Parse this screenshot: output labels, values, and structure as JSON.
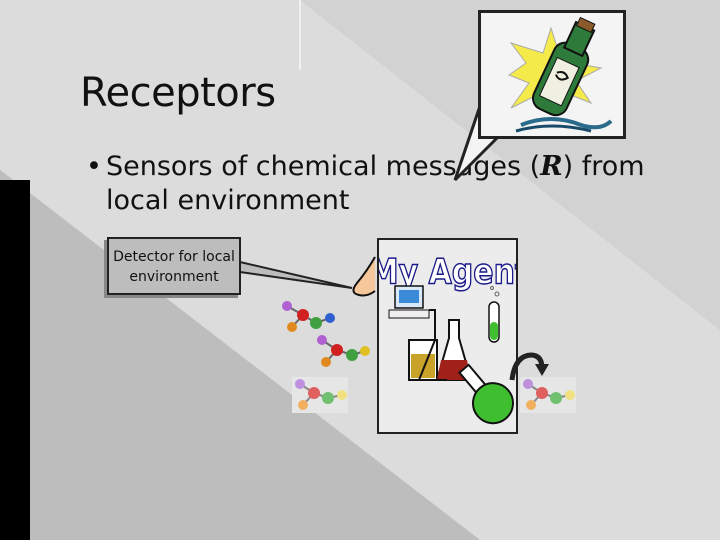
{
  "slide": {
    "title": "Receptors",
    "bullet": {
      "prefix": "Sensors of chemical messages (",
      "symbol": "R",
      "suffix": ") from local environment"
    },
    "callout": {
      "line1": "Detector for local",
      "line2": "environment"
    },
    "agent_label": "My Agent"
  },
  "colors": {
    "background": "#c8c8c8",
    "diagonal_light": "#e0e0e0",
    "left_bar": "#000000",
    "callout_fill": "#bdbdbd",
    "flask_green": "#3fbf2f",
    "flask_red": "#a0201a",
    "flask_yellow": "#c9a22a",
    "agent_text": "#1a1a8a"
  },
  "icons": [
    "message-in-bottle-icon",
    "nose-icon",
    "computer-icon",
    "flask-icon",
    "test-tube-icon",
    "molecule-icon",
    "curved-arrow-icon"
  ]
}
